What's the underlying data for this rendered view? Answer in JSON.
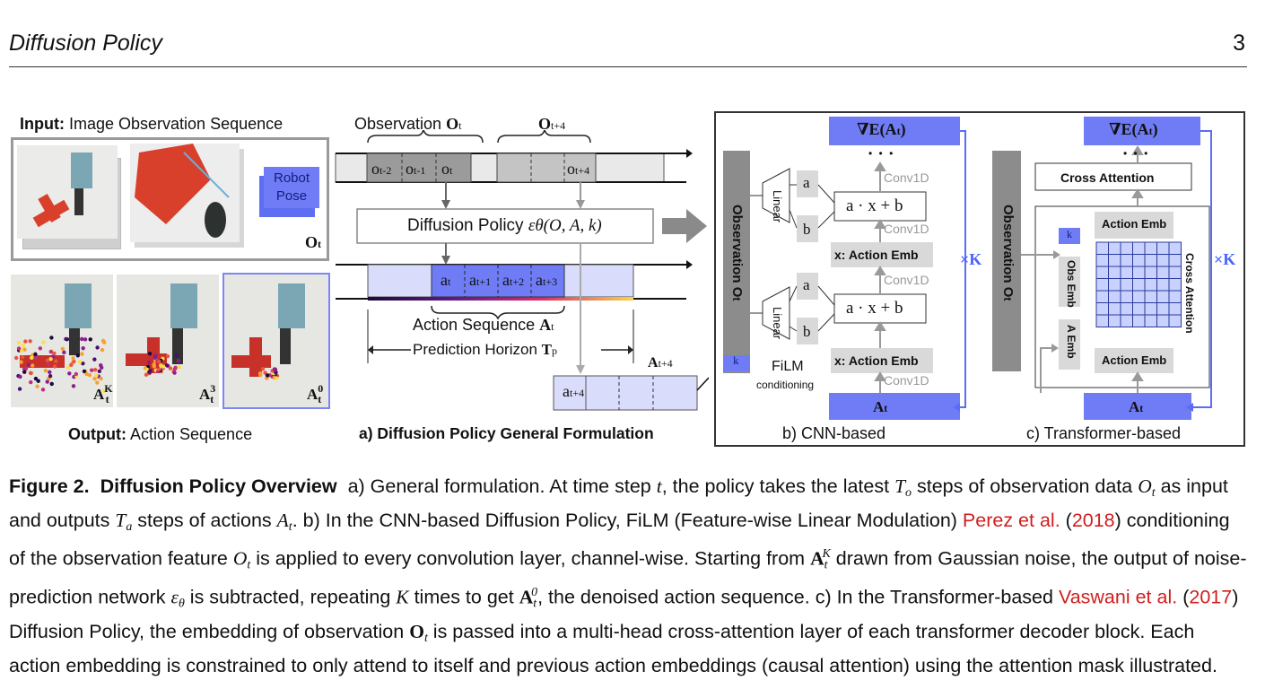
{
  "header": {
    "title": "Diffusion Policy",
    "page_number": "3"
  },
  "figure": {
    "input_label_bold": "Input:",
    "input_label_rest": " Image Observation Sequence",
    "robot_pose_line1": "Robot",
    "robot_pose_line2": "Pose",
    "obs_symbol": "O",
    "obs_sub": "t",
    "output_label_bold": "Output:",
    "output_label_rest": "  Action Sequence",
    "out_labels": [
      {
        "base": "A",
        "sub": "t",
        "sup": "K"
      },
      {
        "base": "A",
        "sub": "t",
        "sup": "3"
      },
      {
        "base": "A",
        "sub": "t",
        "sup": "0"
      }
    ],
    "panel_a": {
      "observation_label": "Observation ",
      "obs_bold": "O",
      "obs_sub": "t",
      "obs_future_bold": "O",
      "obs_future_sub": "t+4",
      "obs_cells": [
        "o",
        "o",
        "o"
      ],
      "obs_cell_subs": [
        "t-2",
        "t-1",
        "t"
      ],
      "obs_future_cell": "o",
      "obs_future_cell_sub": "t+4",
      "diffusion_label": "Diffusion Policy  ",
      "diffusion_math": "εθ(O, A, k)",
      "action_cells": [
        "a",
        "a",
        "a",
        "a"
      ],
      "action_cell_subs": [
        "t",
        "t+1",
        "t+2",
        "t+3"
      ],
      "action_seq_label": "Action Sequence ",
      "action_seq_bold": "A",
      "action_seq_sub": "t",
      "horizon_label": "Prediction Horizon ",
      "horizon_bold": "T",
      "horizon_sub": "p",
      "future_action_bold": "A",
      "future_action_sub": "t+4",
      "future_cell": "a",
      "future_cell_sub": "t+4",
      "title": "a) Diffusion Policy General Formulation"
    },
    "panel_b": {
      "grad_label": "∇E(A",
      "grad_sub": "t",
      "grad_close": ")",
      "dots": "• • •",
      "conv": [
        "Conv1D",
        "Conv1D",
        "Conv1D",
        "Conv1D"
      ],
      "film_expr": "a · x + b",
      "film_a": "a",
      "film_b": "b",
      "linear": "Linear",
      "x_action_emb": "x: Action Emb",
      "observation": "Observation O",
      "observation_sub": "t",
      "k_label": "k",
      "film_label": "FiLM",
      "film_sub": "conditioning",
      "at_label": "A",
      "at_sub": "t",
      "times_k": "×K",
      "title": "b) CNN-based"
    },
    "panel_c": {
      "grad_label": "∇E(A",
      "grad_sub": "t",
      "grad_close": ")",
      "dots": "• • •",
      "cross_attention": "Cross Attention",
      "observation": "Observation O",
      "observation_sub": "t",
      "k_label": "k",
      "obs_emb": "Obs Emb",
      "a_emb": "A Emb",
      "action_emb_top": "Action Emb",
      "action_emb_bottom": "Action Emb",
      "cross_attention_vertical": "Cross Attention",
      "times_k": "×K",
      "at_label": "A",
      "at_sub": "t",
      "title": "c) Transformer-based"
    }
  },
  "caption": {
    "label": "Figure 2.",
    "title": "Diffusion Policy Overview",
    "parts": [
      "a) General formulation. At time step ",
      "t",
      ", the policy takes the latest ",
      "T",
      "o",
      " steps of observation data ",
      "O",
      "t",
      " as input and outputs ",
      "T",
      "a",
      " steps of actions ",
      "A",
      "t",
      ". b) In the CNN-based Diffusion Policy, FiLM (Feature-wise Linear Modulation) ",
      "Perez et al.",
      " (",
      "2018",
      ") conditioning of the observation feature ",
      "O",
      "t",
      " is applied to every convolution layer, channel-wise. Starting from ",
      "A",
      "t",
      "K",
      " drawn from Gaussian noise, the output of noise-prediction network ",
      "ε",
      "θ",
      " is subtracted, repeating ",
      "K",
      " times to get ",
      "A",
      "t",
      "0",
      ", the denoised action sequence. c) In the Transformer-based ",
      "Vaswani et al.",
      " (",
      "2017",
      ") Diffusion Policy, the embedding of observation ",
      "O",
      "t",
      " is passed into a multi-head cross-attention layer of each transformer decoder block. Each action embedding is constrained to only attend to itself and previous action embeddings (causal attention) using the attention mask illustrated."
    ]
  },
  "colors": {
    "blue": "#6f7cf5",
    "light_blue": "#c9d2ff",
    "gray": "#8c8c8c",
    "link_red": "#d01e1e"
  }
}
